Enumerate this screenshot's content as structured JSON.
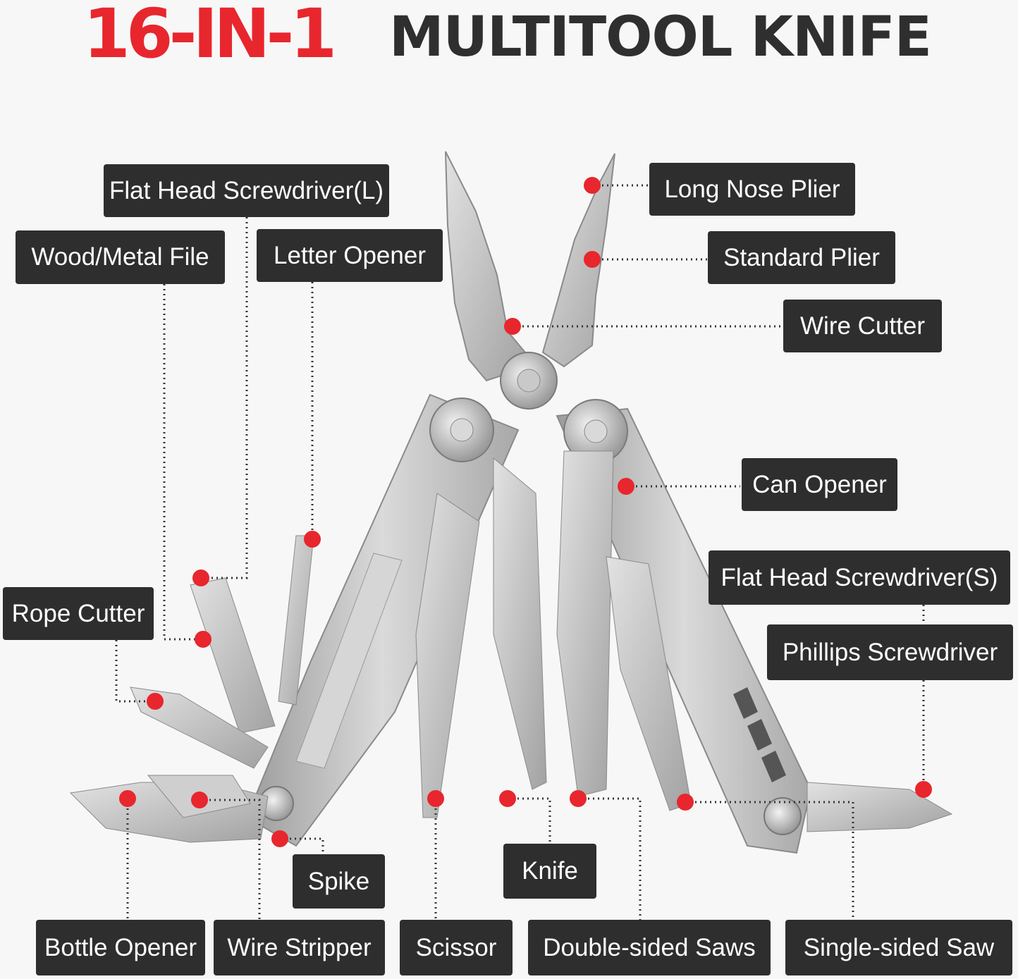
{
  "title": {
    "highlight": "16-IN-1",
    "main": "MULTITOOL KNIFE"
  },
  "colors": {
    "accent": "#e8262d",
    "dark": "#2f2f2f",
    "label_bg": "#2e2e2e",
    "steel": "#c4c4c4",
    "bg": "#f7f7f7"
  },
  "labels": {
    "long_nose_plier": "Long Nose Plier",
    "standard_plier": "Standard Plier",
    "wire_cutter": "Wire Cutter",
    "can_opener": "Can Opener",
    "flat_head_screwdriver_s": "Flat Head Screwdriver(S)",
    "phillips_screwdriver": "Phillips Screwdriver",
    "single_sided_saw": "Single-sided Saw",
    "double_sided_saws": "Double-sided Saws",
    "knife": "Knife",
    "scissor": "Scissor",
    "spike": "Spike",
    "wire_stripper": "Wire Stripper",
    "bottle_opener": "Bottle Opener",
    "rope_cutter": "Rope Cutter",
    "wood_metal_file": "Wood/Metal File",
    "letter_opener": "Letter Opener",
    "flat_head_screwdriver_l": "Flat Head Screwdriver(L)"
  }
}
